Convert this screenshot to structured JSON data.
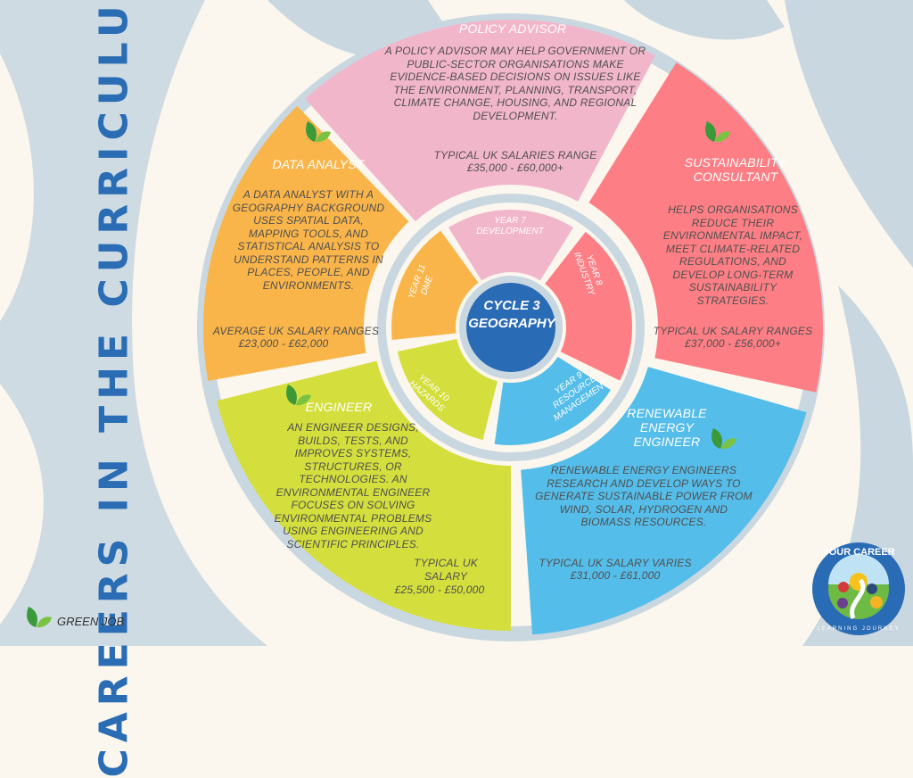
{
  "title": "CAREERS IN THE CURRICULUM",
  "center": {
    "line1": "CYCLE 3",
    "line2": "GEOGRAPHY"
  },
  "years": [
    {
      "year": "YEAR 7",
      "topic": "DEVELOPMENT"
    },
    {
      "year": "YEAR 8",
      "topic": "INDUSTRY"
    },
    {
      "year": "YEAR 9",
      "topic": "RESOURCE MANAGEMENT"
    },
    {
      "year": "YEAR 10",
      "topic": "HAZARDS"
    },
    {
      "year": "YEAR 11",
      "topic": "DME"
    }
  ],
  "careers": {
    "policy": {
      "title": "POLICY ADVISOR",
      "body": "A POLICY ADVISOR MAY HELP GOVERNMENT OR PUBLIC-SECTOR ORGANISATIONS MAKE EVIDENCE-BASED DECISIONS ON ISSUES LIKE THE ENVIRONMENT, PLANNING, TRANSPORT, CLIMATE CHANGE, HOUSING, AND REGIONAL DEVELOPMENT.",
      "salary_label": "TYPICAL UK SALARIES RANGE",
      "salary": "£35,000 - £60,000+"
    },
    "data": {
      "title": "DATA ANALYST",
      "body": "A DATA ANALYST WITH A GEOGRAPHY BACKGROUND USES SPATIAL DATA, MAPPING TOOLS, AND STATISTICAL ANALYSIS TO UNDERSTAND PATTERNS IN PLACES, PEOPLE, AND ENVIRONMENTS.",
      "salary_label": "AVERAGE UK SALARY RANGES",
      "salary": "£23,000 - £62,000"
    },
    "sustain": {
      "title": "SUSTAINABILITY CONSULTANT",
      "body": "HELPS ORGANISATIONS REDUCE THEIR ENVIRONMENTAL IMPACT, MEET CLIMATE-RELATED REGULATIONS, AND DEVELOP LONG-TERM SUSTAINABILITY STRATEGIES.",
      "salary_label": "TYPICAL UK SALARY RANGES",
      "salary": "£37,000 - £56,000+"
    },
    "engineer": {
      "title": "ENGINEER",
      "body": "AN ENGINEER DESIGNS, BUILDS, TESTS, AND IMPROVES SYSTEMS, STRUCTURES, OR TECHNOLOGIES. AN ENVIRONMENTAL ENGINEER FOCUSES ON SOLVING ENVIRONMENTAL PROBLEMS USING ENGINEERING AND SCIENTIFIC PRINCIPLES.",
      "salary_label": "TYPICAL UK SALARY",
      "salary": "£25,500 - £50,000"
    },
    "renew": {
      "title": "RENEWABLE ENERGY ENGINEER",
      "body": "RENEWABLE ENERGY ENGINEERS RESEARCH AND DEVELOP WAYS TO GENERATE SUSTAINABLE POWER FROM WIND, SOLAR, HYDROGEN AND BIOMASS RESOURCES.",
      "salary_label": "TYPICAL UK SALARY VARIES",
      "salary": "£31,000 - £61,000"
    }
  },
  "legend": {
    "label": "GREEN JOB"
  },
  "logo": {
    "top": "YOUR CAREER",
    "bottom": "LEARNING JOURNEY"
  },
  "colors": {
    "pink": "#f2b6cb",
    "red": "#fd7f85",
    "blue": "#55bde9",
    "green": "#d4df3d",
    "orange": "#f9b54a",
    "center": "#2a6bb5",
    "title": "#2a6db5"
  }
}
